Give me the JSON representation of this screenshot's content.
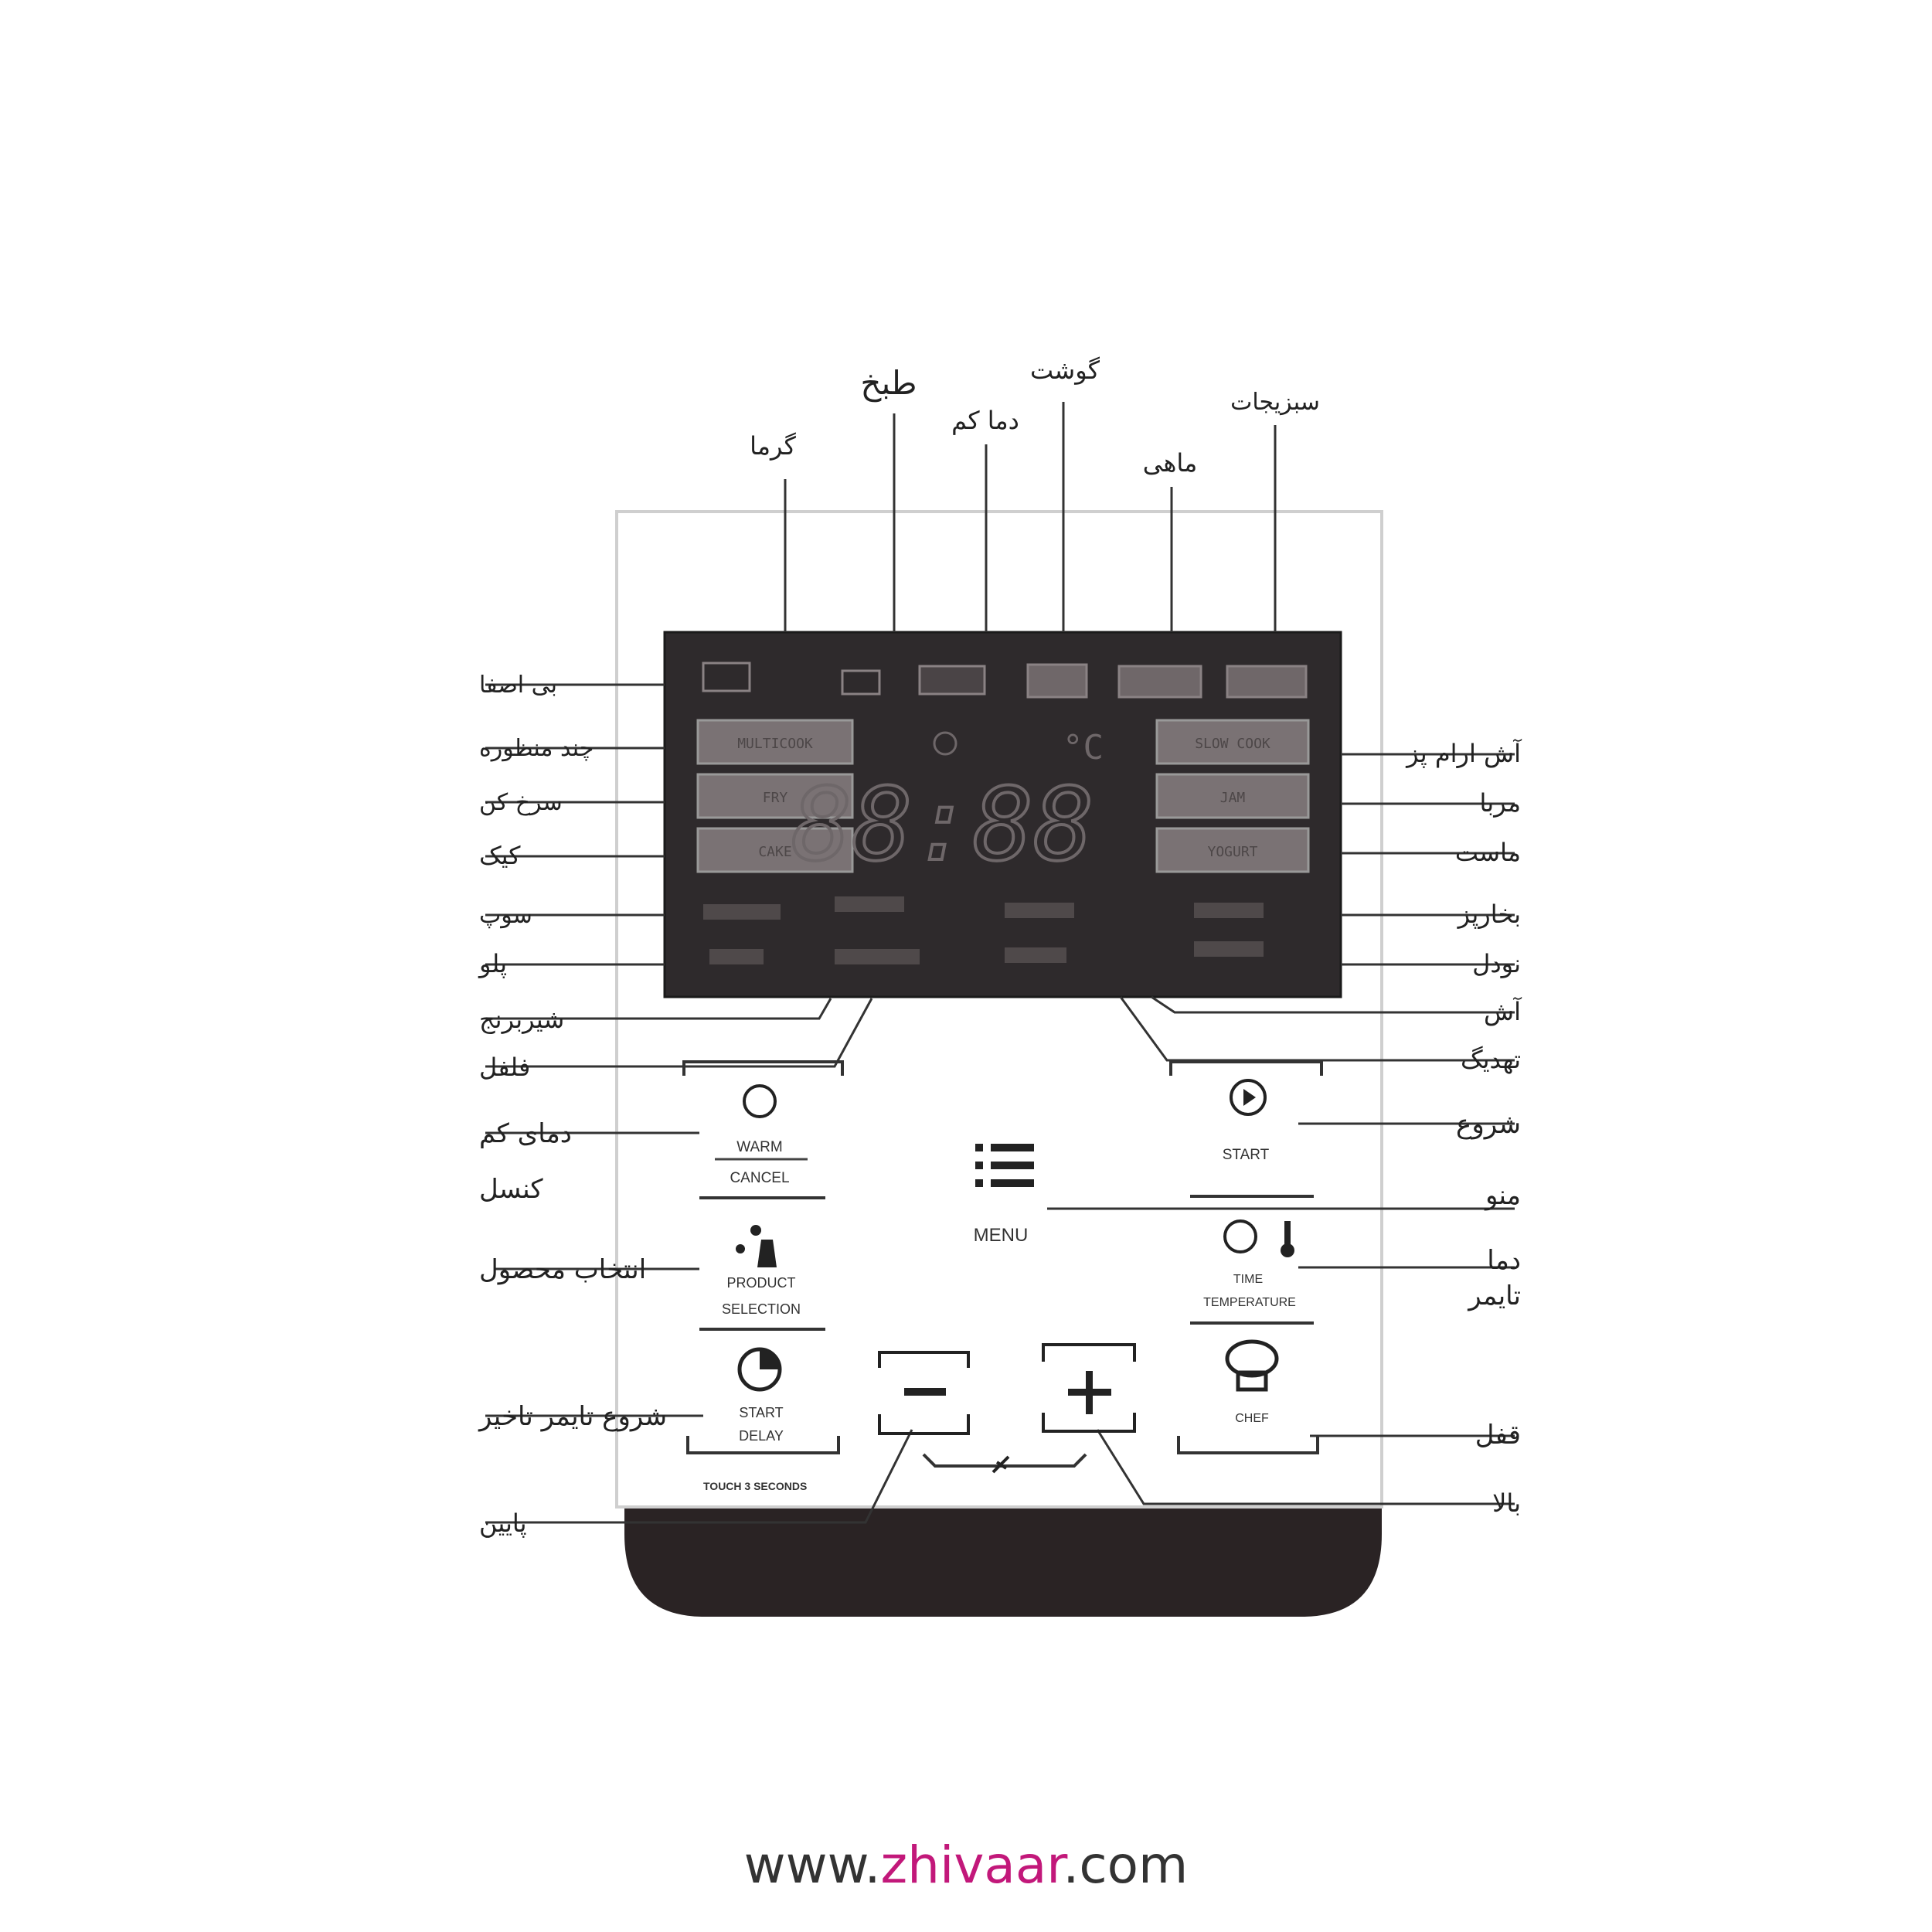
{
  "annotations": {
    "top": [
      "طبخ",
      "گوشت",
      "سبزیجات",
      "گرما",
      "دما کم",
      "ماهی"
    ],
    "left": [
      "بی اصفا",
      "چند منظوره",
      "سرخ کن",
      "کیک",
      "سوپ",
      "پلو",
      "شیربرنج",
      "فلفل",
      "دمای کم",
      "کنسل",
      "انتخاب محصول",
      "شروع تایمر تاخیر",
      "پایین"
    ],
    "right": [
      "آش ارام پز",
      "مربا",
      "ماست",
      "بخارپز",
      "نودل",
      "آش",
      "تهدیگ",
      "شروع",
      "منو",
      "دما",
      "تایمر",
      "قفل",
      "بالا"
    ]
  },
  "display": {
    "digits": "88:88",
    "unit": "°C",
    "left_labels": [
      "MULTICOOK",
      "FRY",
      "CAKE"
    ],
    "right_labels": [
      "SLOW COOK",
      "JAM",
      "YOGURT"
    ]
  },
  "buttons": {
    "warm": "WARM",
    "cancel": "CANCEL",
    "start": "START",
    "menu": "MENU",
    "product_1": "PRODUCT",
    "product_2": "SELECTION",
    "time": "TIME",
    "temperature": "TEMPERATURE",
    "start_delay_1": "START",
    "start_delay_2": "DELAY",
    "chef": "CHEF",
    "touch": "TOUCH 3 SECONDS",
    "minus": "−",
    "plus": "+"
  },
  "footer": {
    "prefix": "www.",
    "brand": "zhivaar",
    "suffix": ".com",
    "brand_color": "#c2187a",
    "text_color": "#333333"
  }
}
